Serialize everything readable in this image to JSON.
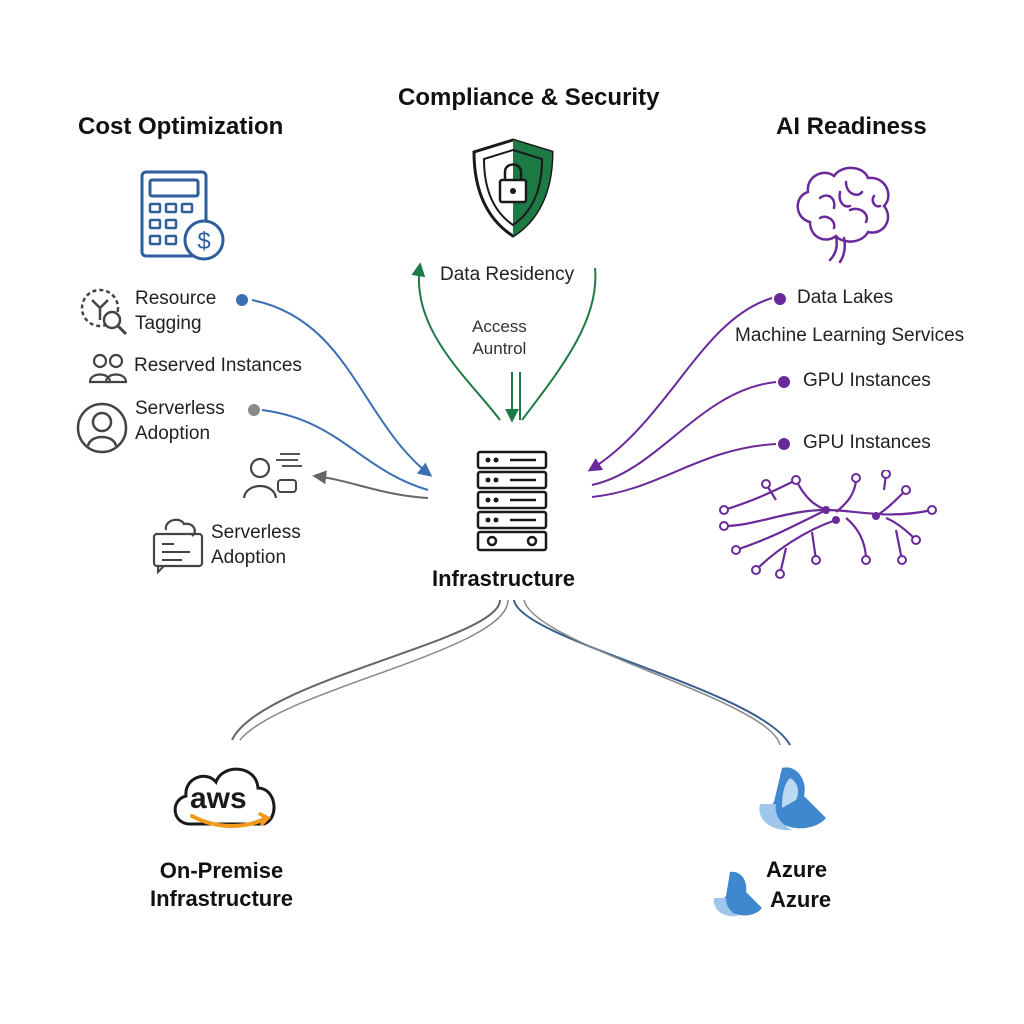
{
  "headings": {
    "cost": "Cost Optimization",
    "compliance": "Compliance & Security",
    "ai": "AI Readiness",
    "infrastructure": "Infrastructure"
  },
  "cost_items": {
    "resource_tagging": "Resource\nTagging",
    "reserved_instances": "Reserved Instances",
    "serverless_1": "Serverless\nAdoption",
    "serverless_2": "Serverless\nAdoption"
  },
  "compliance_items": {
    "data_residency": "Data Residency",
    "access_control": "Access\nAuntrol"
  },
  "ai_items": {
    "data_lakes": "Data Lakes",
    "ml_services": "Machine Learning Services",
    "gpu_1": "GPU Instances",
    "gpu_2": "GPU Instances"
  },
  "providers": {
    "aws_logo": "aws",
    "on_premise": "On-Premise\nInfrastructure",
    "azure_1": "Azure",
    "azure_2": "Azure"
  },
  "colors": {
    "cost": "#3b6fb5",
    "compliance": "#1e7a45",
    "ai": "#6a2a9a",
    "neutral": "#555555",
    "aws_orange": "#f19a1c",
    "azure_blue": "#3f88cf"
  }
}
